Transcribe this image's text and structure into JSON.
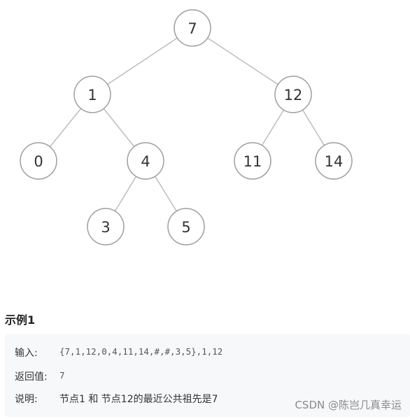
{
  "tree": {
    "nodes": [
      {
        "id": "n7",
        "label": "7"
      },
      {
        "id": "n1",
        "label": "1"
      },
      {
        "id": "n12",
        "label": "12"
      },
      {
        "id": "n0",
        "label": "0"
      },
      {
        "id": "n4",
        "label": "4"
      },
      {
        "id": "n11",
        "label": "11"
      },
      {
        "id": "n14",
        "label": "14"
      },
      {
        "id": "n3",
        "label": "3"
      },
      {
        "id": "n5",
        "label": "5"
      }
    ],
    "edges": [
      [
        "n7",
        "n1"
      ],
      [
        "n7",
        "n12"
      ],
      [
        "n1",
        "n0"
      ],
      [
        "n1",
        "n4"
      ],
      [
        "n12",
        "n11"
      ],
      [
        "n12",
        "n14"
      ],
      [
        "n4",
        "n3"
      ],
      [
        "n4",
        "n5"
      ]
    ]
  },
  "example": {
    "title": "示例1",
    "input_label": "输入:",
    "input_value": "{7,1,12,0,4,11,14,#,#,3,5},1,12",
    "return_label": "返回值:",
    "return_value": "7",
    "explain_label": "说明:",
    "explain_text": "节点1 和 节点12的最近公共祖先是7"
  },
  "watermark": "CSDN @陈岂几真幸运"
}
